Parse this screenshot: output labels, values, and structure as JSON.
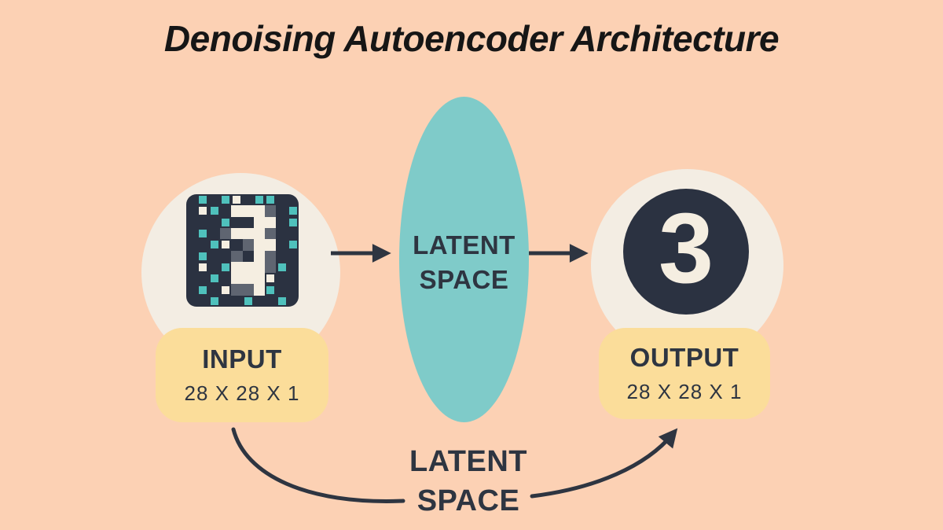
{
  "title": "Denoising Autoencoder Architecture",
  "colors": {
    "background": "#FCD1B4",
    "title": "#161616",
    "circle": "#F3EDE3",
    "dark": "#2B3241",
    "teal": "#7FCBC9",
    "teal_noise": "#4FC1BC",
    "cream": "#F5EEE1",
    "gray_pixel": "#5F6571",
    "box": "#FBDD9A",
    "text_dark": "#2E3541",
    "arrow": "#2E3541"
  },
  "input": {
    "label": "INPUT",
    "dims": "28 X 28 X 1"
  },
  "output": {
    "label": "OUTPUT",
    "dims": "28 X 28 X 1"
  },
  "latent_ellipse": {
    "line1": "LATENT",
    "line2": "SPACE"
  },
  "latent_bottom": {
    "line1": "LATENT",
    "line2": "SPACE"
  },
  "clean_digit": "3",
  "noisy_digit": {
    "digit": "3",
    "legend": ". empty, C cream pixel, G gray pixel, T teal noise, W cream noise",
    "grid": [
      ".T.TW.TT..",
      ".WT.CCCG.T",
      "...T..CC.T",
      ".T.GCCCG..",
      "..TW.GCC.T",
      ".T..G.CG..",
      ".W.TCCCGT.",
      "..T.CCCW..",
      ".T.WGGCT..",
      "..T..T..T."
    ]
  }
}
